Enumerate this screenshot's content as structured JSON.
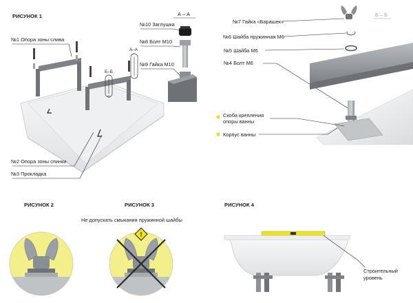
{
  "figure1": {
    "title": "РИСУНОК 1",
    "section_aa": "А – А",
    "aa_small": "А–А",
    "bb_small": "Б–Б",
    "labels": {
      "part1": "№1 Опора зоны слива",
      "part2": "№2 Опора зоны спинки",
      "part3": "№3 Прокладка",
      "part8": "№8 Болт М10",
      "part9": "№9 Гайка М10",
      "part10": "№10 Заглушка"
    }
  },
  "section_bb": {
    "title": "Б – Б",
    "labels": {
      "part7": "№7 Гайка «Барашек»",
      "part6": "№6 Шайба пружинная М6",
      "part5": "№5 Шайба М6",
      "part4": "№4 Болт М6",
      "bracket_line1": "Скоба крепления",
      "bracket_line2": "опоры ванны",
      "body": "Корпус ванны"
    }
  },
  "figure2": {
    "title": "РИСУНОК 2"
  },
  "figure3": {
    "title": "РИСУНОК 3",
    "warning": "Не допускать смыкания пружинной шайбы"
  },
  "figure4": {
    "title": "РИСУНОК 4",
    "level_line1": "Строительный",
    "level_line2": "уровень"
  },
  "colors": {
    "accent_yellow": "#f0e21c",
    "bullet_yellow": "#e8e01a",
    "steel": "#8d9297",
    "circle_fill": "#f3ef8a",
    "cross": "#2b2b2b",
    "section_green": "#7fbf7f"
  },
  "icons": [
    "warning-icon",
    "cross-mark-icon",
    "wing-nut-icon"
  ]
}
